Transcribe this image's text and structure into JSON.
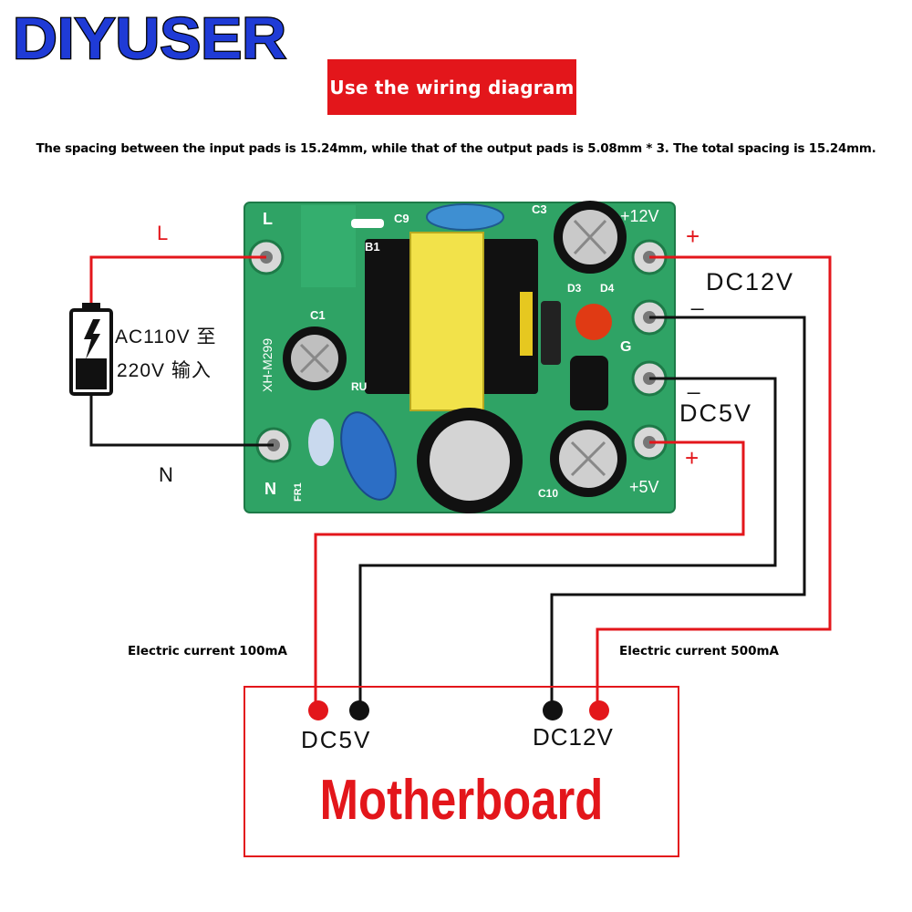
{
  "brand": {
    "logo_text": "DIYUSER"
  },
  "banner": {
    "label": "Use the wiring diagram"
  },
  "note": {
    "text": "The spacing between the input pads is 15.24mm, while that of the output pads is 5.08mm * 3. The total spacing is 15.24mm."
  },
  "input": {
    "live": "L",
    "neutral": "N",
    "voltage_line1": "AC110V 至",
    "voltage_line2": "220V 输入"
  },
  "board": {
    "model": "XH-M299",
    "silkscreen": {
      "L": "L",
      "N": "N",
      "c9": "C9",
      "c3": "C3",
      "b1": "B1",
      "c1": "C1",
      "d3": "D3",
      "d4": "D4",
      "g": "G",
      "ru": "RU",
      "fr1": "FR1",
      "c10": "C10",
      "plus12": "+12V",
      "plus5": "+5V"
    }
  },
  "outputs": {
    "dc12": {
      "label": "DC12V",
      "plus": "+",
      "minus": "_"
    },
    "dc5": {
      "label": "DC5V",
      "plus": "+",
      "minus": "_"
    }
  },
  "currents": {
    "left": "Electric current 100mA",
    "right": "Electric current 500mA"
  },
  "motherboard": {
    "title": "Motherboard",
    "dc5_label": "DC5V",
    "dc12_label": "DC12V"
  },
  "colors": {
    "red": "#e3161b",
    "brand_blue": "#1f3bd6",
    "pcb_green": "#2fa365",
    "wire_black": "#111111"
  }
}
